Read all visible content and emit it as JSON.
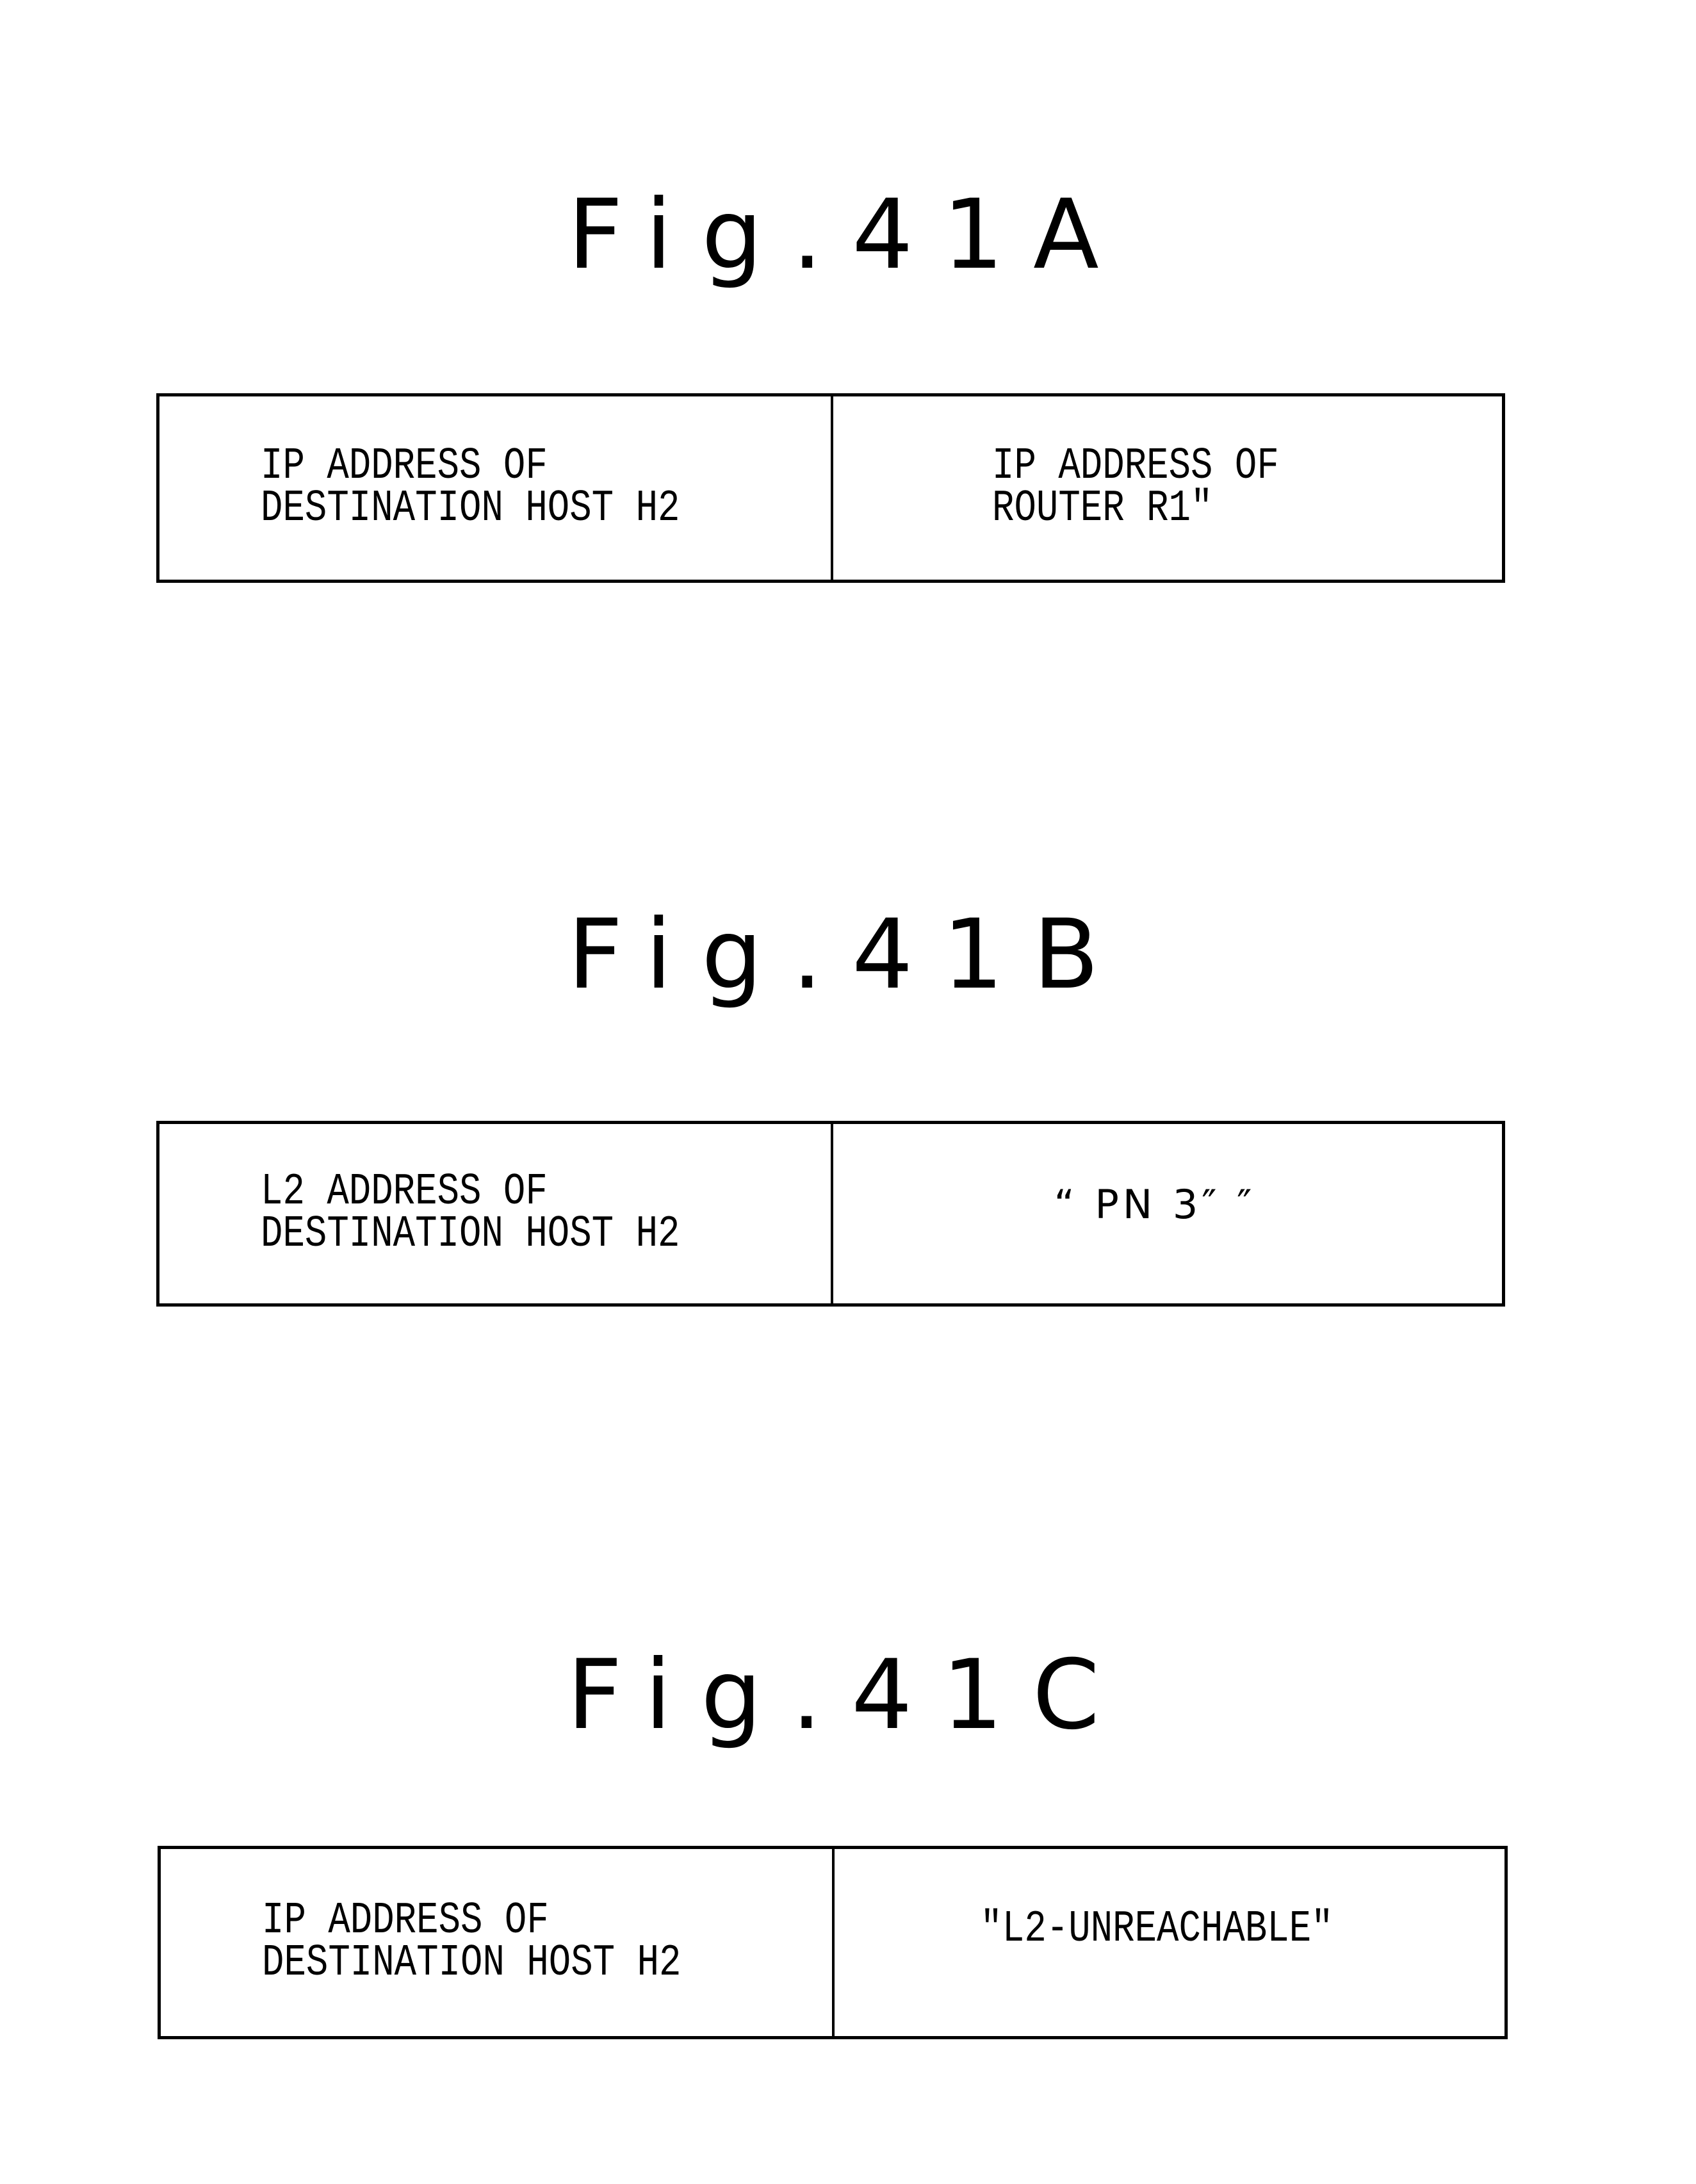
{
  "figures": [
    {
      "title": "Fig.41A",
      "left_line1": "IP ADDRESS OF",
      "left_line2": "DESTINATION HOST H2",
      "right_line1": "IP ADDRESS OF",
      "right_line2": "ROUTER R1″"
    },
    {
      "title": "Fig.41B",
      "left_line1": "L2 ADDRESS OF",
      "left_line2": "DESTINATION HOST H2",
      "right_text": "“ PN 3″ ″"
    },
    {
      "title": "Fig.41C",
      "left_line1": "IP ADDRESS OF",
      "left_line2": "DESTINATION HOST H2",
      "right_text": "\"L2-UNREACHABLE\""
    }
  ]
}
